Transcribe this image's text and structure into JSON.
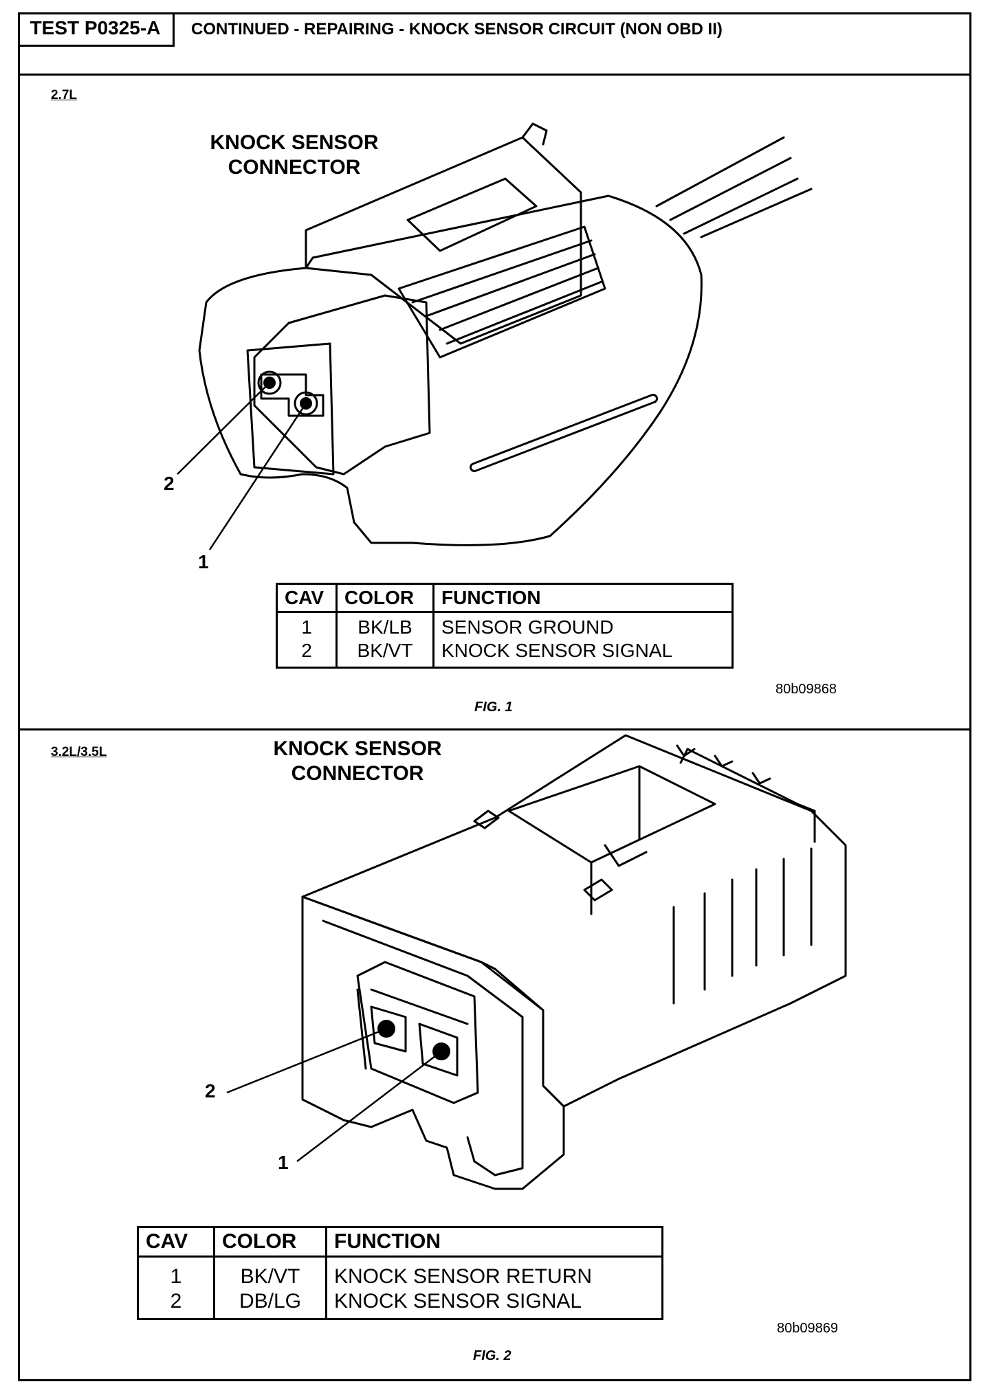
{
  "header": {
    "test_id": "TEST P0325-A",
    "title": "CONTINUED - REPAIRING - KNOCK SENSOR CIRCUIT (NON OBD II)"
  },
  "figures": [
    {
      "engine": "2.7L",
      "connector_title_line1": "KNOCK SENSOR",
      "connector_title_line2": "CONNECTOR",
      "callouts": [
        "1",
        "2"
      ],
      "table": {
        "headers": [
          "CAV",
          "COLOR",
          "FUNCTION"
        ],
        "rows": [
          {
            "cav": "1",
            "color": "BK/LB",
            "function": "SENSOR GROUND"
          },
          {
            "cav": "2",
            "color": "BK/VT",
            "function": "KNOCK SENSOR SIGNAL"
          }
        ]
      },
      "code": "80b09868",
      "label": "FIG. 1"
    },
    {
      "engine": "3.2L/3.5L",
      "connector_title_line1": "KNOCK SENSOR",
      "connector_title_line2": "CONNECTOR",
      "callouts": [
        "1",
        "2"
      ],
      "table": {
        "headers": [
          "CAV",
          "COLOR",
          "FUNCTION"
        ],
        "rows": [
          {
            "cav": "1",
            "color": "BK/VT",
            "function": "KNOCK SENSOR RETURN"
          },
          {
            "cav": "2",
            "color": "DB/LG",
            "function": "KNOCK SENSOR SIGNAL"
          }
        ]
      },
      "code": "80b09869",
      "label": "FIG. 2"
    }
  ]
}
